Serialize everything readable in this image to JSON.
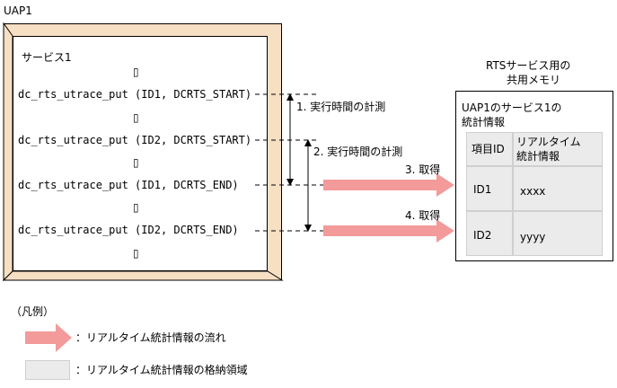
{
  "uap_label": "UAP1",
  "service_title": "サービス1",
  "placeholder_glyph": "▯",
  "calls": [
    "dc_rts_utrace_put (ID1, DCRTS_START)",
    "dc_rts_utrace_put (ID2, DCRTS_START)",
    "dc_rts_utrace_put (ID1, DCRTS_END)",
    "dc_rts_utrace_put (ID2, DCRTS_END)"
  ],
  "steps": {
    "step1": "1. 実行時間の計測",
    "step2": "2. 実行時間の計測",
    "step3": "3. 取得",
    "step4": "4. 取得"
  },
  "memory": {
    "caption_line1": "RTSサービス用の",
    "caption_line2": "共用メモリ",
    "title_line1": "UAP1のサービス1の",
    "title_line2": "統計情報",
    "col_item": "項目ID",
    "col_realtime_line1": "リアルタイム",
    "col_realtime_line2": "統計情報",
    "rows": [
      {
        "id": "ID1",
        "value": "xxxx"
      },
      {
        "id": "ID2",
        "value": "yyyy"
      }
    ]
  },
  "legend": {
    "title": "（凡例）",
    "arrow_label": "：リアルタイム統計情報の流れ",
    "box_label": "：リアルタイム統計情報の格納領域"
  },
  "colors": {
    "frame_fill": "#f7dfc4",
    "flow_arrow": "#f39a9a",
    "storage_fill": "#ebebeb"
  }
}
